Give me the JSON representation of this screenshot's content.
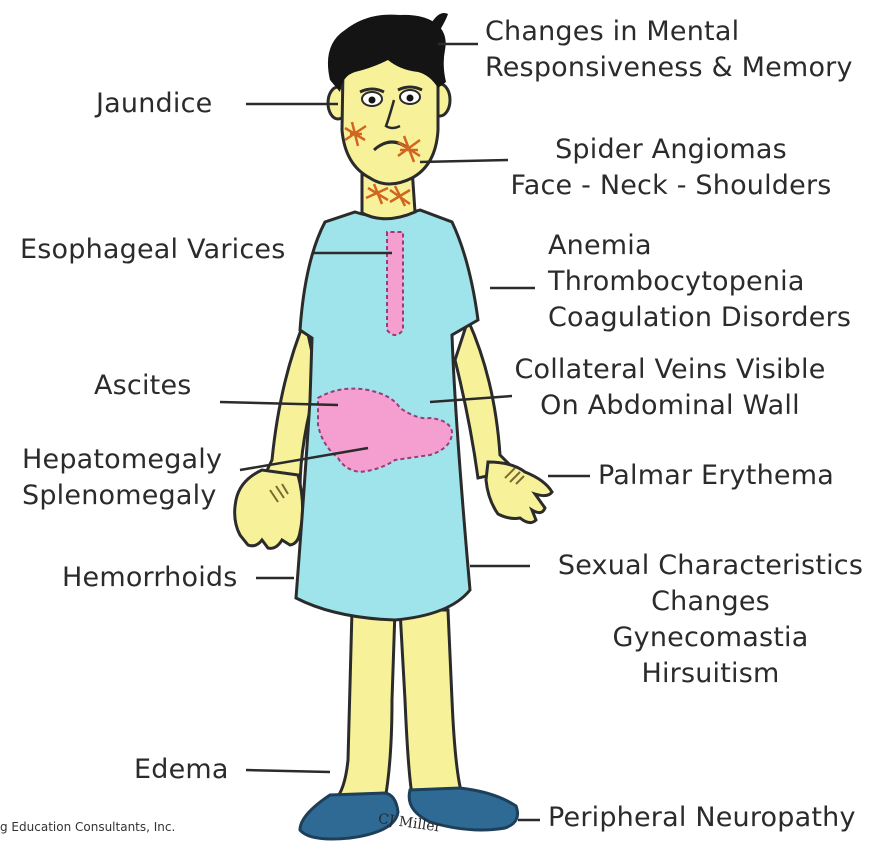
{
  "labels": {
    "mental": [
      "Changes in Mental",
      "Responsiveness & Memory"
    ],
    "jaundice": "Jaundice",
    "spider": [
      "Spider Angiomas",
      "Face - Neck - Shoulders"
    ],
    "esophageal": "Esophageal Varices",
    "anemia": [
      "Anemia",
      "Thrombocytopenia",
      "Coagulation Disorders"
    ],
    "ascites": "Ascites",
    "collateral": [
      "Collateral Veins Visible",
      "On Abdominal Wall"
    ],
    "hepato": [
      "Hepatomegaly",
      "Splenomegaly"
    ],
    "palmar": "Palmar Erythema",
    "hemorrhoids": "Hemorrhoids",
    "sexual": [
      "Sexual Characteristics",
      "Changes",
      "Gynecomastia",
      "Hirsuitism"
    ],
    "edema": "Edema",
    "neuropathy": "Peripheral Neuropathy"
  },
  "credit": "g Education Consultants, Inc.",
  "signature": "CJ Miller",
  "colors": {
    "skin": "#f7f29a",
    "gown": "#9fe4ea",
    "organ": "#f49fd0",
    "organ_outline": "#9a3c78",
    "hair": "#141414",
    "shoes": "#2f6a95",
    "angioma": "#d2651f",
    "line": "#2b2b2b"
  }
}
